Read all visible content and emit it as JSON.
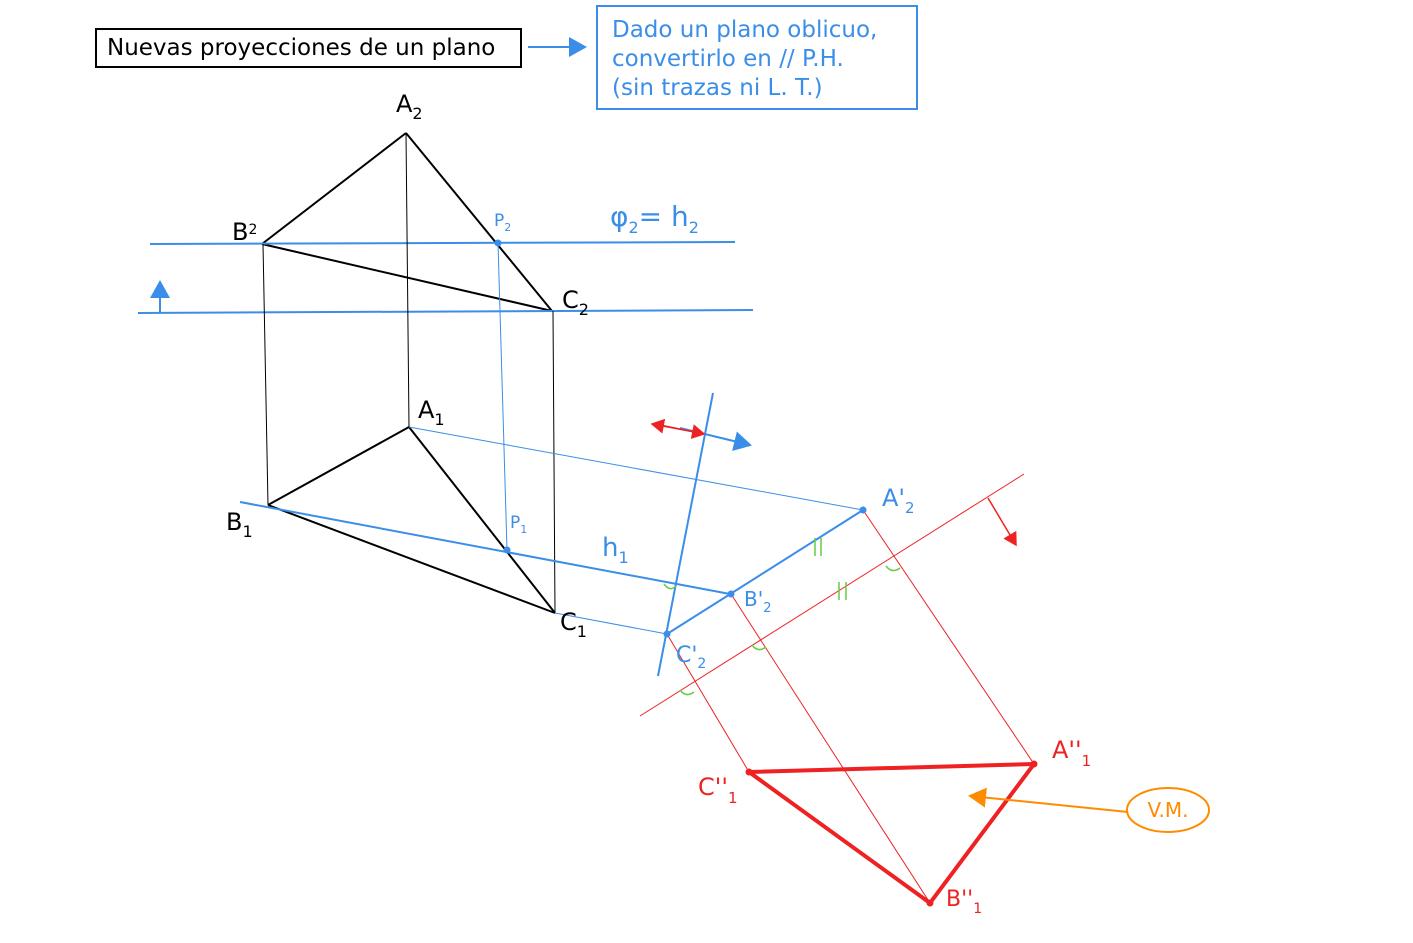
{
  "title": "Nuevas proyecciones de un plano",
  "note": {
    "lines": [
      "Dado un plano oblicuo,",
      "convertirlo en // P.H.",
      "(sin trazas ni L. T.)"
    ]
  },
  "labels": {
    "A2": "A",
    "A2_sub": "2",
    "B2": "B",
    "B2_sub": "2",
    "C2": "C",
    "C2_sub": "2",
    "P2": "P",
    "P2_sub": "2",
    "phi": "φ",
    "phi_sub": "2",
    "phi_rest": "= h",
    "phi_rest_sub": "2",
    "A1": "A",
    "A1_sub": "1",
    "B1": "B",
    "B1_sub": "1",
    "C1": "C",
    "C1_sub": "1",
    "P1": "P",
    "P1_sub": "1",
    "h1": "h",
    "h1_sub": "1",
    "A2p": "A'",
    "A2p_sub": "2",
    "B2p": "B'",
    "B2p_sub": "2",
    "C2p": "C'",
    "C2p_sub": "2",
    "A1pp": "A''",
    "A1pp_sub": "1",
    "B1pp": "B''",
    "B1pp_sub": "1",
    "C1pp": "C''",
    "C1pp_sub": "1",
    "parallel_mark": "||",
    "vm": "V.M."
  },
  "colors": {
    "black": "#000000",
    "blue": "#3b8ee8",
    "red": "#ee2222",
    "orange": "#ff8c00",
    "green": "#66cc44"
  }
}
